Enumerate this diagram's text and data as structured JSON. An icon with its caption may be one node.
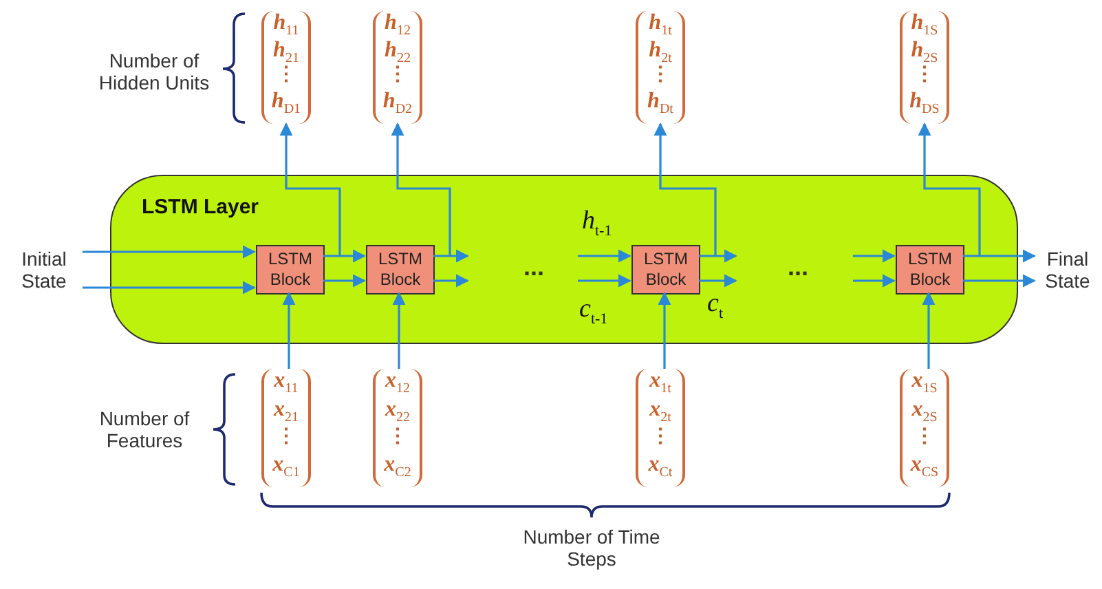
{
  "diagram": {
    "nodes": [
      {
        "text": [
          "LSTM Layer"
        ]
      },
      {
        "text": [
          "LSTM Block"
        ],
        "in": 0
      },
      {
        "text": [
          "LSTM Block"
        ],
        "in": 0
      },
      {
        "text": [
          "LSTM Block"
        ],
        "in": 0
      },
      {
        "text": [
          "LSTM Block"
        ],
        "in": 0
      },
      {
        "text": [
          "h$_{11}$",
          "h$_{21}$",
          "⋮",
          "h$_{D1}$"
        ]
      },
      {
        "text": [
          "h$_{12}$",
          "h$_{22}$",
          "⋮",
          "h$_{D2}$"
        ]
      },
      {
        "text": [
          "h$_{1t}$",
          "h$_{2t}$",
          "⋮",
          "h$_{Dt}$"
        ]
      },
      {
        "text": [
          "h$_{1S}$",
          "h$_{2S}$",
          "⋮",
          "h$_{DS}$"
        ]
      },
      {
        "text": [
          "x$_{11}$",
          "x$_{21}$",
          "⋮",
          "x$_{C1}$"
        ]
      },
      {
        "text": [
          "x$_{12}$",
          "x$_{22}$",
          "⋮",
          "x$_{C2}$"
        ]
      },
      {
        "text": [
          "x$_{1t}$",
          "x$_{2t}$",
          "⋮",
          "x$_{Ct}$"
        ]
      },
      {
        "text": [
          "x$_{1S}$",
          "x$_{2S}$",
          "⋮",
          "x$_{CS}$"
        ]
      },
      {
        "text": [
          "Initial State"
        ]
      },
      {
        "text": [
          "Final State"
        ]
      }
    ],
    "edges": [
      {
        "from": 13,
        "to": 1,
        "arrow": "to"
      },
      {
        "from": 13,
        "to": 1,
        "arrow": "to"
      },
      {
        "from": 1,
        "to": 2,
        "arrow": "to"
      },
      {
        "from": 1,
        "to": 2,
        "arrow": "to"
      },
      {
        "from": 1,
        "to": 5,
        "arrow": "to"
      },
      {
        "from": 2,
        "to": null,
        "arrow": "to"
      },
      {
        "from": 2,
        "to": null,
        "arrow": "to"
      },
      {
        "from": 2,
        "to": 6,
        "arrow": "to"
      },
      {
        "from": null,
        "to": 3,
        "arrow": "to",
        "label": "h$_{t-1}$"
      },
      {
        "from": null,
        "to": 3,
        "arrow": "to",
        "label": "c$_{t-1}$"
      },
      {
        "from": 3,
        "to": null,
        "arrow": "to"
      },
      {
        "from": 3,
        "to": null,
        "arrow": "to",
        "label": "c$_{t}$"
      },
      {
        "from": 3,
        "to": 7,
        "arrow": "to"
      },
      {
        "from": null,
        "to": 4,
        "arrow": "to"
      },
      {
        "from": null,
        "to": 4,
        "arrow": "to"
      },
      {
        "from": 4,
        "to": 14,
        "arrow": "to"
      },
      {
        "from": 4,
        "to": 14,
        "arrow": "to"
      },
      {
        "from": 4,
        "to": 8,
        "arrow": "to"
      },
      {
        "from": 9,
        "to": 1,
        "arrow": "to"
      },
      {
        "from": 10,
        "to": 2,
        "arrow": "to"
      },
      {
        "from": 11,
        "to": 3,
        "arrow": "to"
      },
      {
        "from": 12,
        "to": 4,
        "arrow": "to"
      }
    ],
    "labels": [
      "Number of Hidden Units",
      "...",
      "...",
      "Number of Features",
      "Number of Time Steps"
    ]
  }
}
